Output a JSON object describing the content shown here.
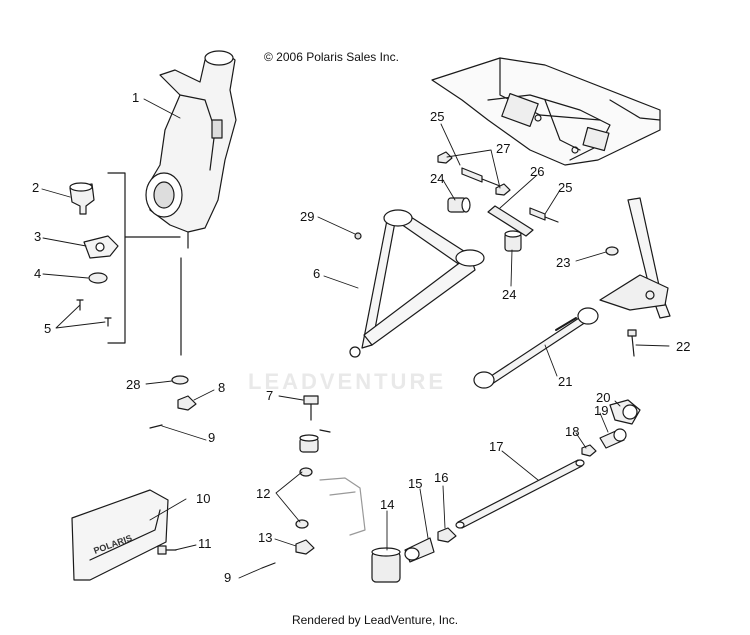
{
  "copyright": "© 2006 Polaris Sales Inc.",
  "watermark": "LEADVENTURE",
  "footer": "Rendered by LeadVenture, Inc.",
  "guard_logo": "POLARIS",
  "callouts": {
    "c1": "1",
    "c2": "2",
    "c3": "3",
    "c4": "4",
    "c5": "5",
    "c6": "6",
    "c7": "7",
    "c8": "8",
    "c9a": "9",
    "c9b": "9",
    "c10": "10",
    "c11": "11",
    "c12": "12",
    "c13": "13",
    "c14": "14",
    "c15": "15",
    "c16": "16",
    "c17": "17",
    "c18": "18",
    "c19": "19",
    "c20": "20",
    "c21": "21",
    "c22": "22",
    "c23": "23",
    "c24a": "24",
    "c24b": "24",
    "c25a": "25",
    "c25b": "25",
    "c26": "26",
    "c27": "27",
    "c28": "28",
    "c29": "29"
  },
  "colors": {
    "line": "#1a1a1a",
    "shade": "#c8c8c8",
    "watermark": "#e9e9e9"
  }
}
